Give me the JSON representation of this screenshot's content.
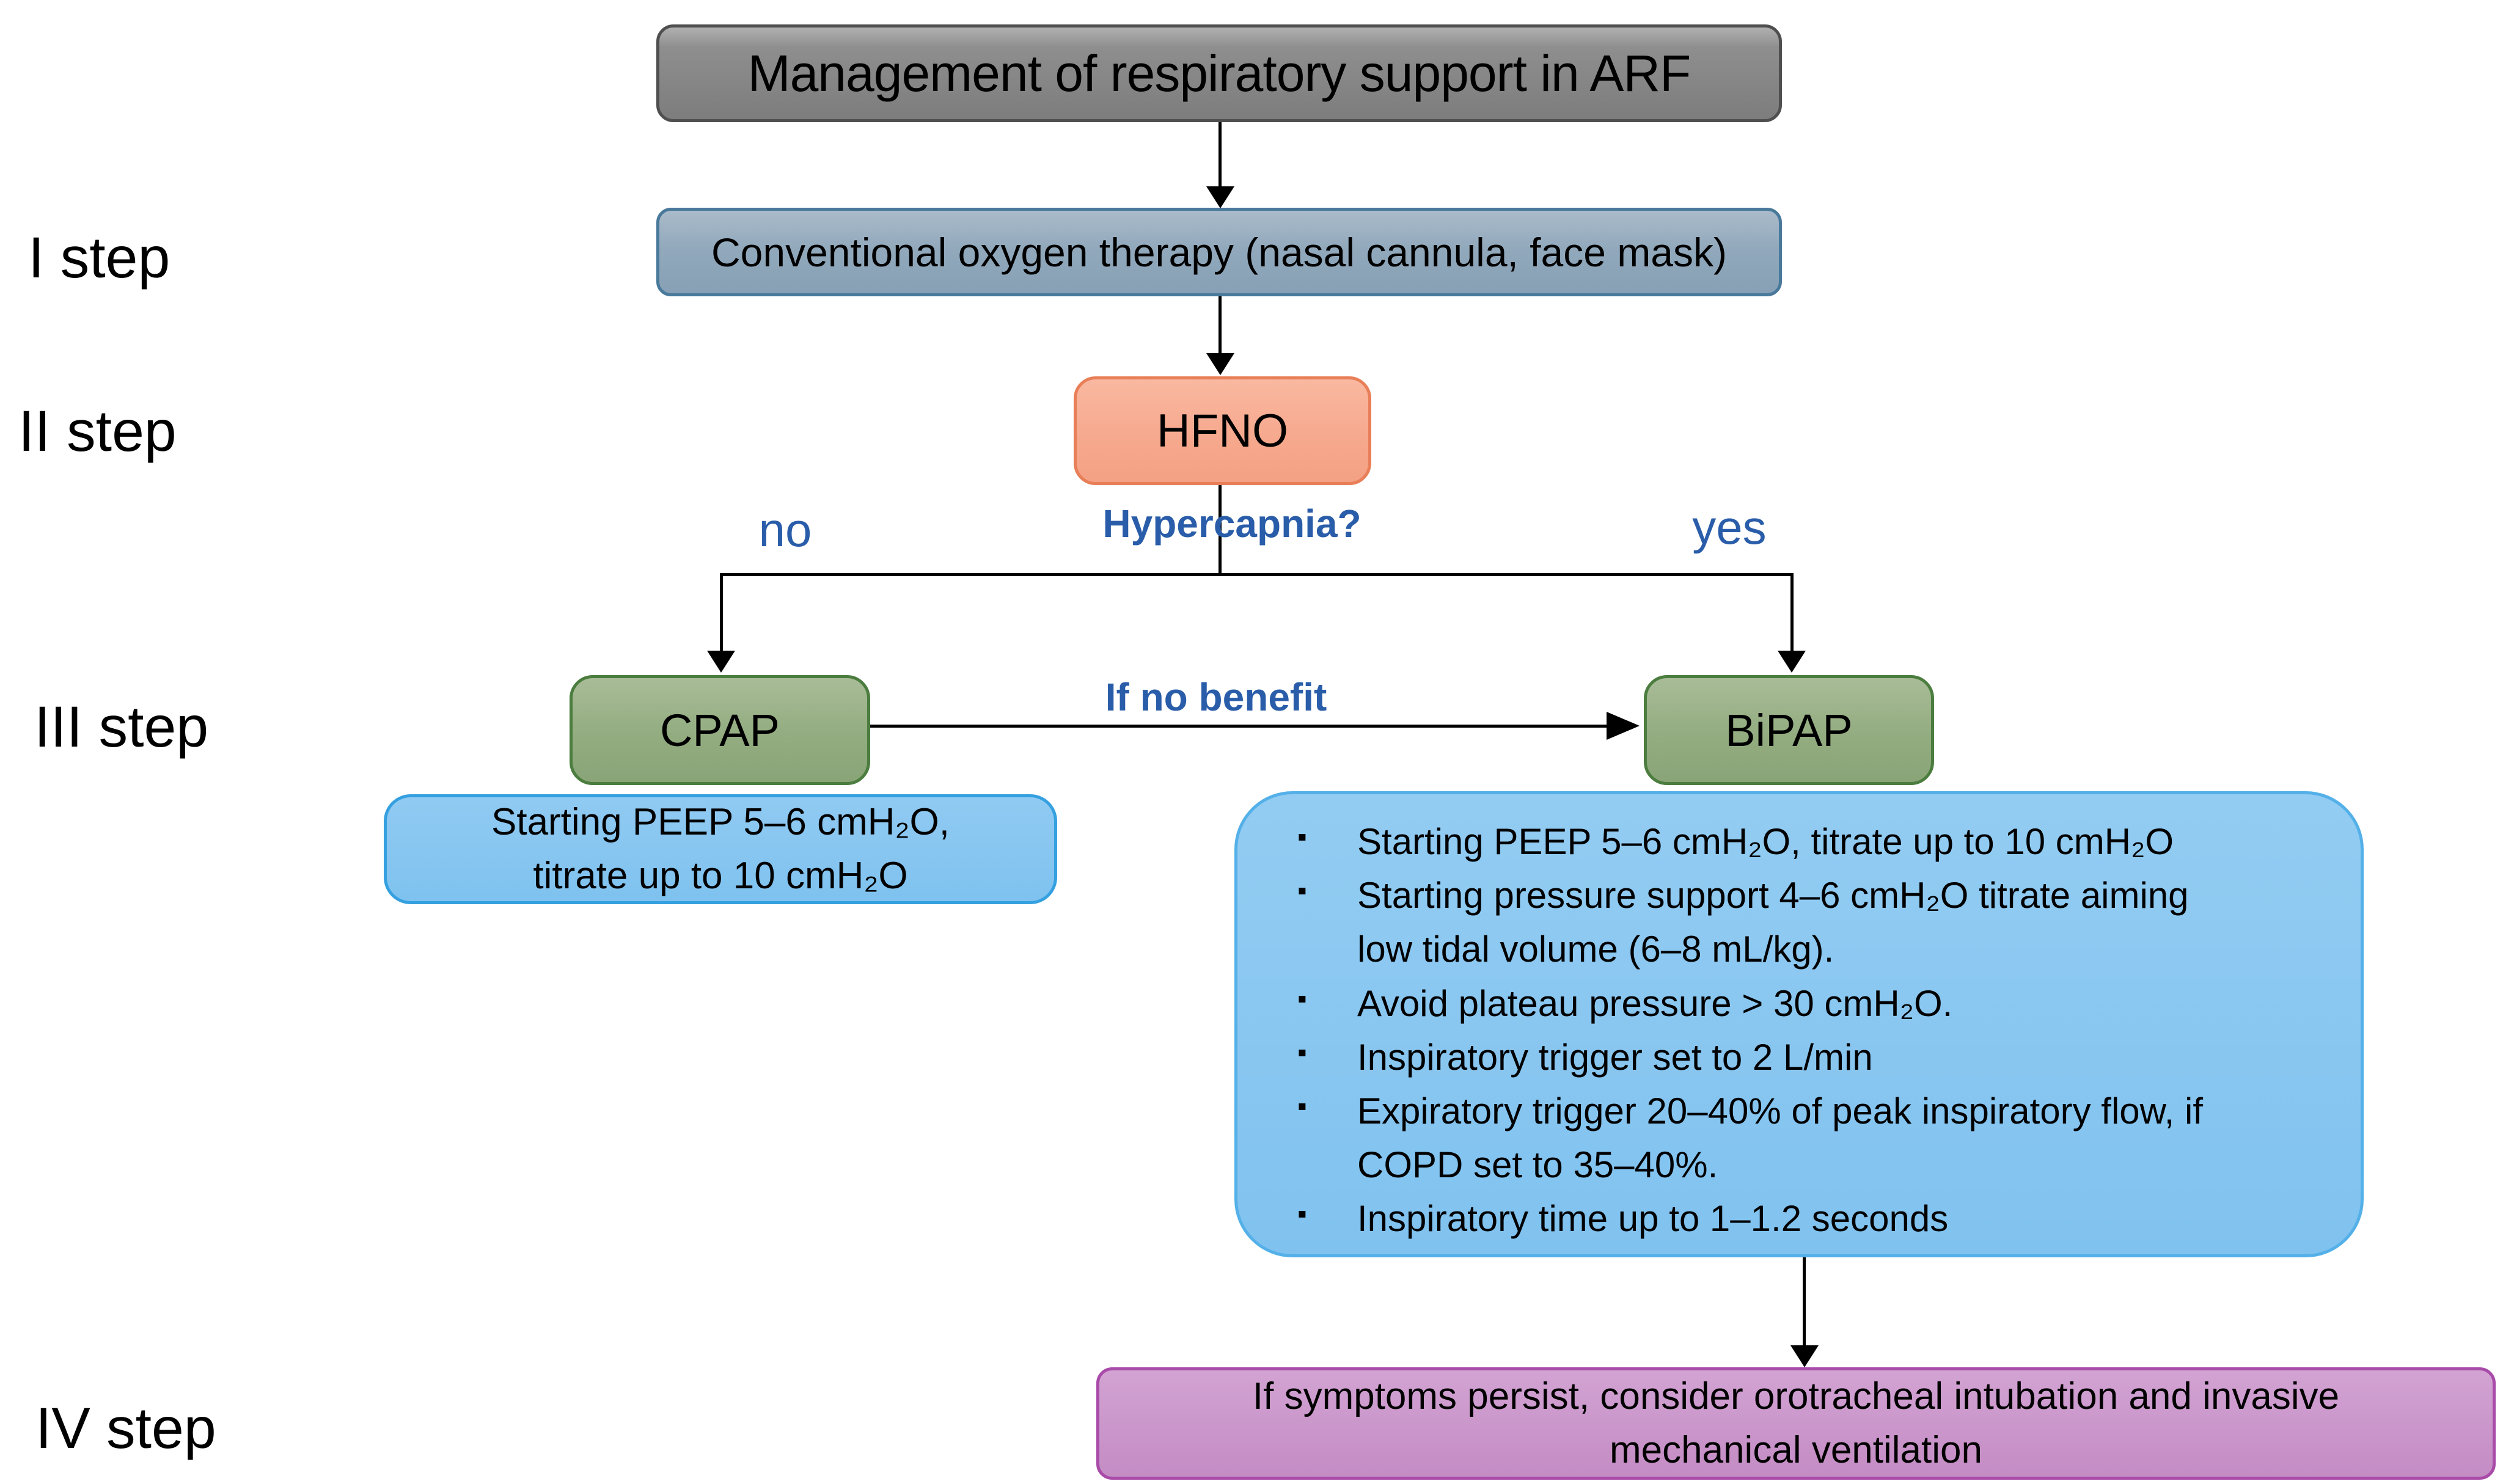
{
  "title": "Management of respiratory support in ARF",
  "step_labels": {
    "step1": "I step",
    "step2": "II step",
    "step3": "III step",
    "step4": "IV step"
  },
  "nodes": {
    "conventional_oxygen": "Conventional oxygen therapy (nasal cannula, face mask)",
    "hfno": "HFNO",
    "cpap": "CPAP",
    "bipap": "BiPAP",
    "intubation": "If symptoms persist, consider orotracheal intubation and invasive mechanical ventilation"
  },
  "decision": {
    "question": "Hypercapnia?",
    "branch_no": "no",
    "branch_yes": "yes",
    "escalation": "If no benefit"
  },
  "cpap_info": {
    "text": "Starting PEEP 5–6 cmH₂O, titrate up to 10 cmH₂O"
  },
  "bipap_info": {
    "bullet_glyph": "▪",
    "bullets": [
      "Starting PEEP 5–6 cmH₂O, titrate up to 10 cmH₂O",
      "Starting pressure support 4–6 cmH₂O titrate aiming low tidal volume (6–8 mL/kg).",
      "Avoid plateau pressure > 30 cmH₂O.",
      "Inspiratory trigger set to 2 L/min",
      "Expiratory trigger 20–40% of peak inspiratory flow, if COPD set to 35–40%.",
      "Inspiratory time up to 1–1.2 seconds"
    ]
  },
  "colors": {
    "title_fill": "#8a8a8a",
    "title_border": "#4f4f4f",
    "oxygen_fill": "#92a9bc",
    "oxygen_border": "#49799b",
    "hfno_fill": "#f6a88d",
    "hfno_border": "#e87f58",
    "cpap_bipap_fill": "#93ac80",
    "cpap_bipap_border": "#4b7d3f",
    "info_fill": "#80c2ef",
    "info_border": "#35a0e0",
    "intubation_fill": "#c78fc7",
    "intubation_border": "#a94ba9",
    "decision_text": "#2a5da9",
    "connector": "#000000"
  }
}
